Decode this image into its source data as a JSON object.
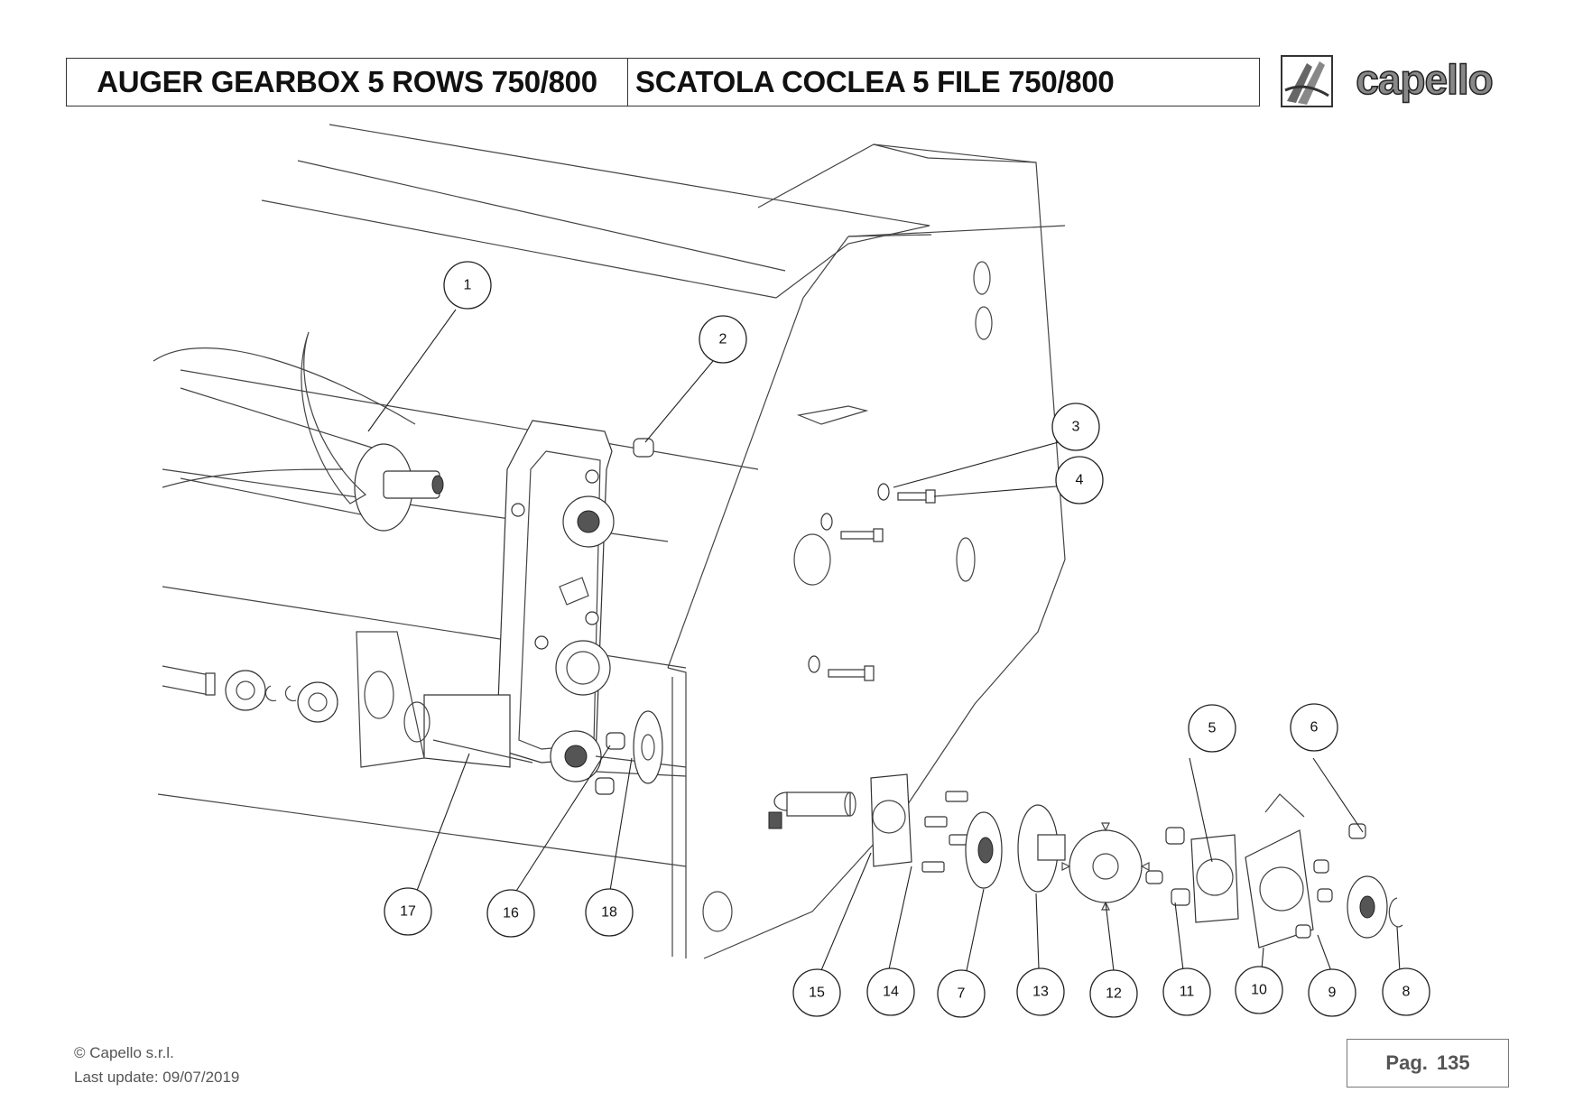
{
  "header": {
    "title_en": "AUGER GEARBOX 5 ROWS 750/800",
    "title_it": "SCATOLA COCLEA 5 FILE 750/800"
  },
  "logo": {
    "text": "capello",
    "icon": "corn-cob-logo-icon"
  },
  "callouts": [
    "1",
    "2",
    "3",
    "4",
    "5",
    "6",
    "7",
    "8",
    "9",
    "10",
    "11",
    "12",
    "13",
    "14",
    "15",
    "16",
    "17",
    "18"
  ],
  "footer": {
    "copyright": "© Capello s.r.l.",
    "last_update": "Last update: 09/07/2019",
    "page_label": "Pag.",
    "page_number": "135"
  }
}
